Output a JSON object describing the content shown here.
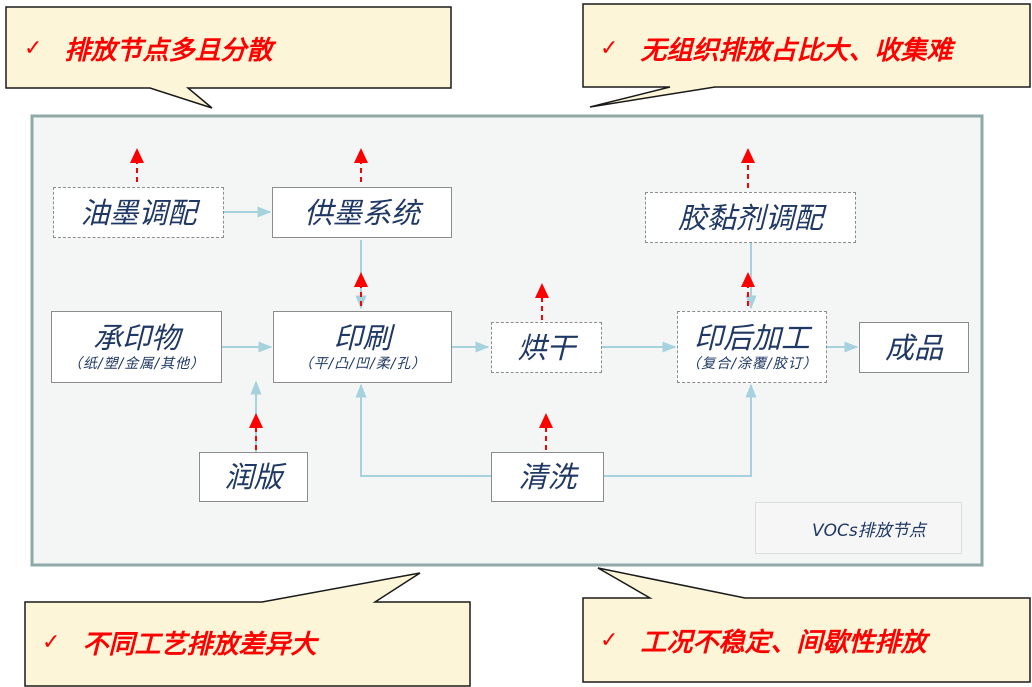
{
  "callouts": {
    "top_left": "排放节点多且分散",
    "top_right": "无组织排放占比大、收集难",
    "bottom_left": "不同工艺排放差异大",
    "bottom_right": "工况不稳定、间歇性排放",
    "check_mark": "✓"
  },
  "nodes": {
    "ink_mixing": "油墨调配",
    "ink_supply": "供墨系统",
    "substrate": "承印物",
    "substrate_sub": "（纸/塑/金属/其他）",
    "printing": "印刷",
    "printing_sub": "（平/凸/凹/柔/孔）",
    "drying": "烘干",
    "post_press": "印后加工",
    "post_press_sub": "（复合/涂覆/胶订）",
    "product": "成品",
    "adhesive_mixing": "胶黏剂调配",
    "fountain": "润版",
    "cleaning": "清洗"
  },
  "legend": {
    "label": "VOCs排放节点"
  },
  "colors": {
    "callout_fill": "#fdf5d7",
    "callout_text": "#ff0000",
    "panel_fill": "#f4f6f6",
    "panel_border": "#8fa8a8",
    "flow_line": "#a6d2de",
    "emission_arrow": "#ff0000",
    "node_text": "#1f3864"
  }
}
